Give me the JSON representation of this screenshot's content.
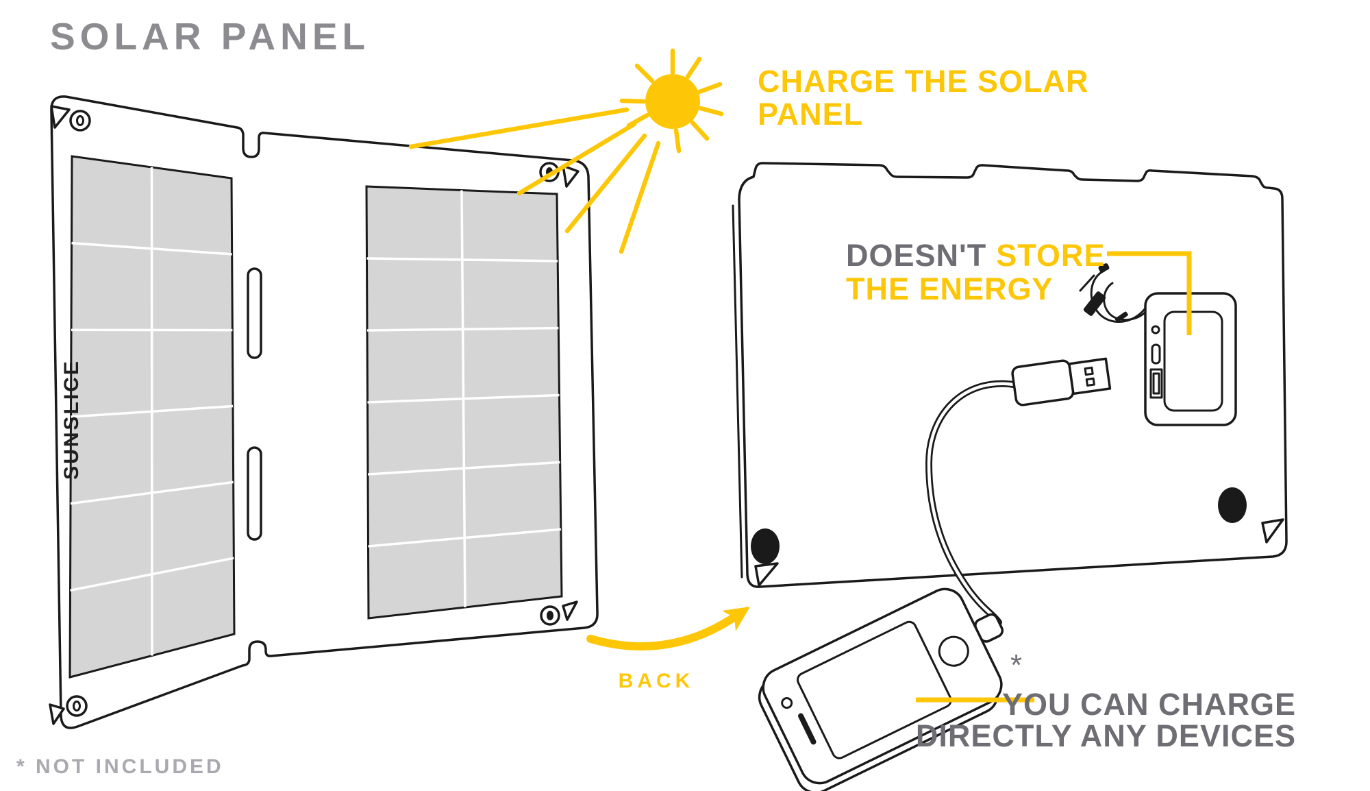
{
  "title": "SOLAR PANEL",
  "brand": {
    "logo": "SUNSLICE"
  },
  "annotations": {
    "charge_line1": "CHARGE THE SOLAR",
    "charge_line2": "PANEL",
    "doesnt": "DOESN'T",
    "store": "STORE",
    "energy_line2": "THE ENERGY",
    "back_label": "BACK",
    "devices_line1": "YOU CAN CHARGE",
    "devices_line2": "DIRECTLY ANY DEVICES",
    "asterisk_marker": "*",
    "footnote": "* NOT INCLUDED"
  },
  "front_panel": {
    "halves": 2,
    "columns_per_half": 2,
    "rows_per_half": 6
  },
  "colors": {
    "yellow": "#FDC708",
    "line": "#1A1A1A",
    "cell": "#D5D5D6",
    "gray-title": "#8B8B90",
    "gray-dark": "#6D6D73",
    "gray-light": "#A9A9AF"
  }
}
